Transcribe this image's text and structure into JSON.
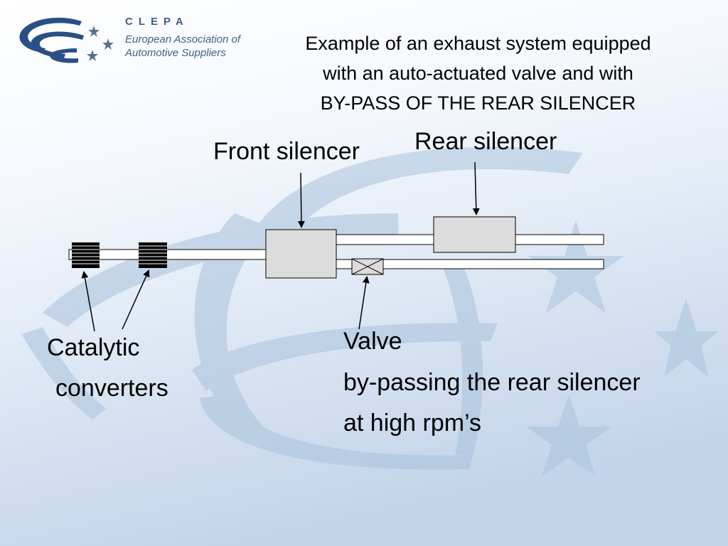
{
  "logo": {
    "name": "CLEPA",
    "subtitle_line1": "European Association of",
    "subtitle_line2": "Automotive Suppliers"
  },
  "title": {
    "line1": "Example of an exhaust system equipped",
    "line2": "with an auto-actuated valve and with",
    "line3": "BY-PASS OF THE REAR SILENCER"
  },
  "labels": {
    "front_silencer": "Front silencer",
    "rear_silencer": "Rear silencer",
    "catalytic_line1": "Catalytic",
    "catalytic_line2": "converters",
    "valve": "Valve",
    "valve_desc_line1": "by-passing the rear silencer",
    "valve_desc_line2": "at high rpm’s"
  },
  "colors": {
    "background_top": "#ffffff",
    "background_bottom": "#c3d4ea",
    "watermark": "#a9c2dc",
    "logo_blue": "#2a4f86",
    "silencer_fill": "#dcdcdc"
  }
}
